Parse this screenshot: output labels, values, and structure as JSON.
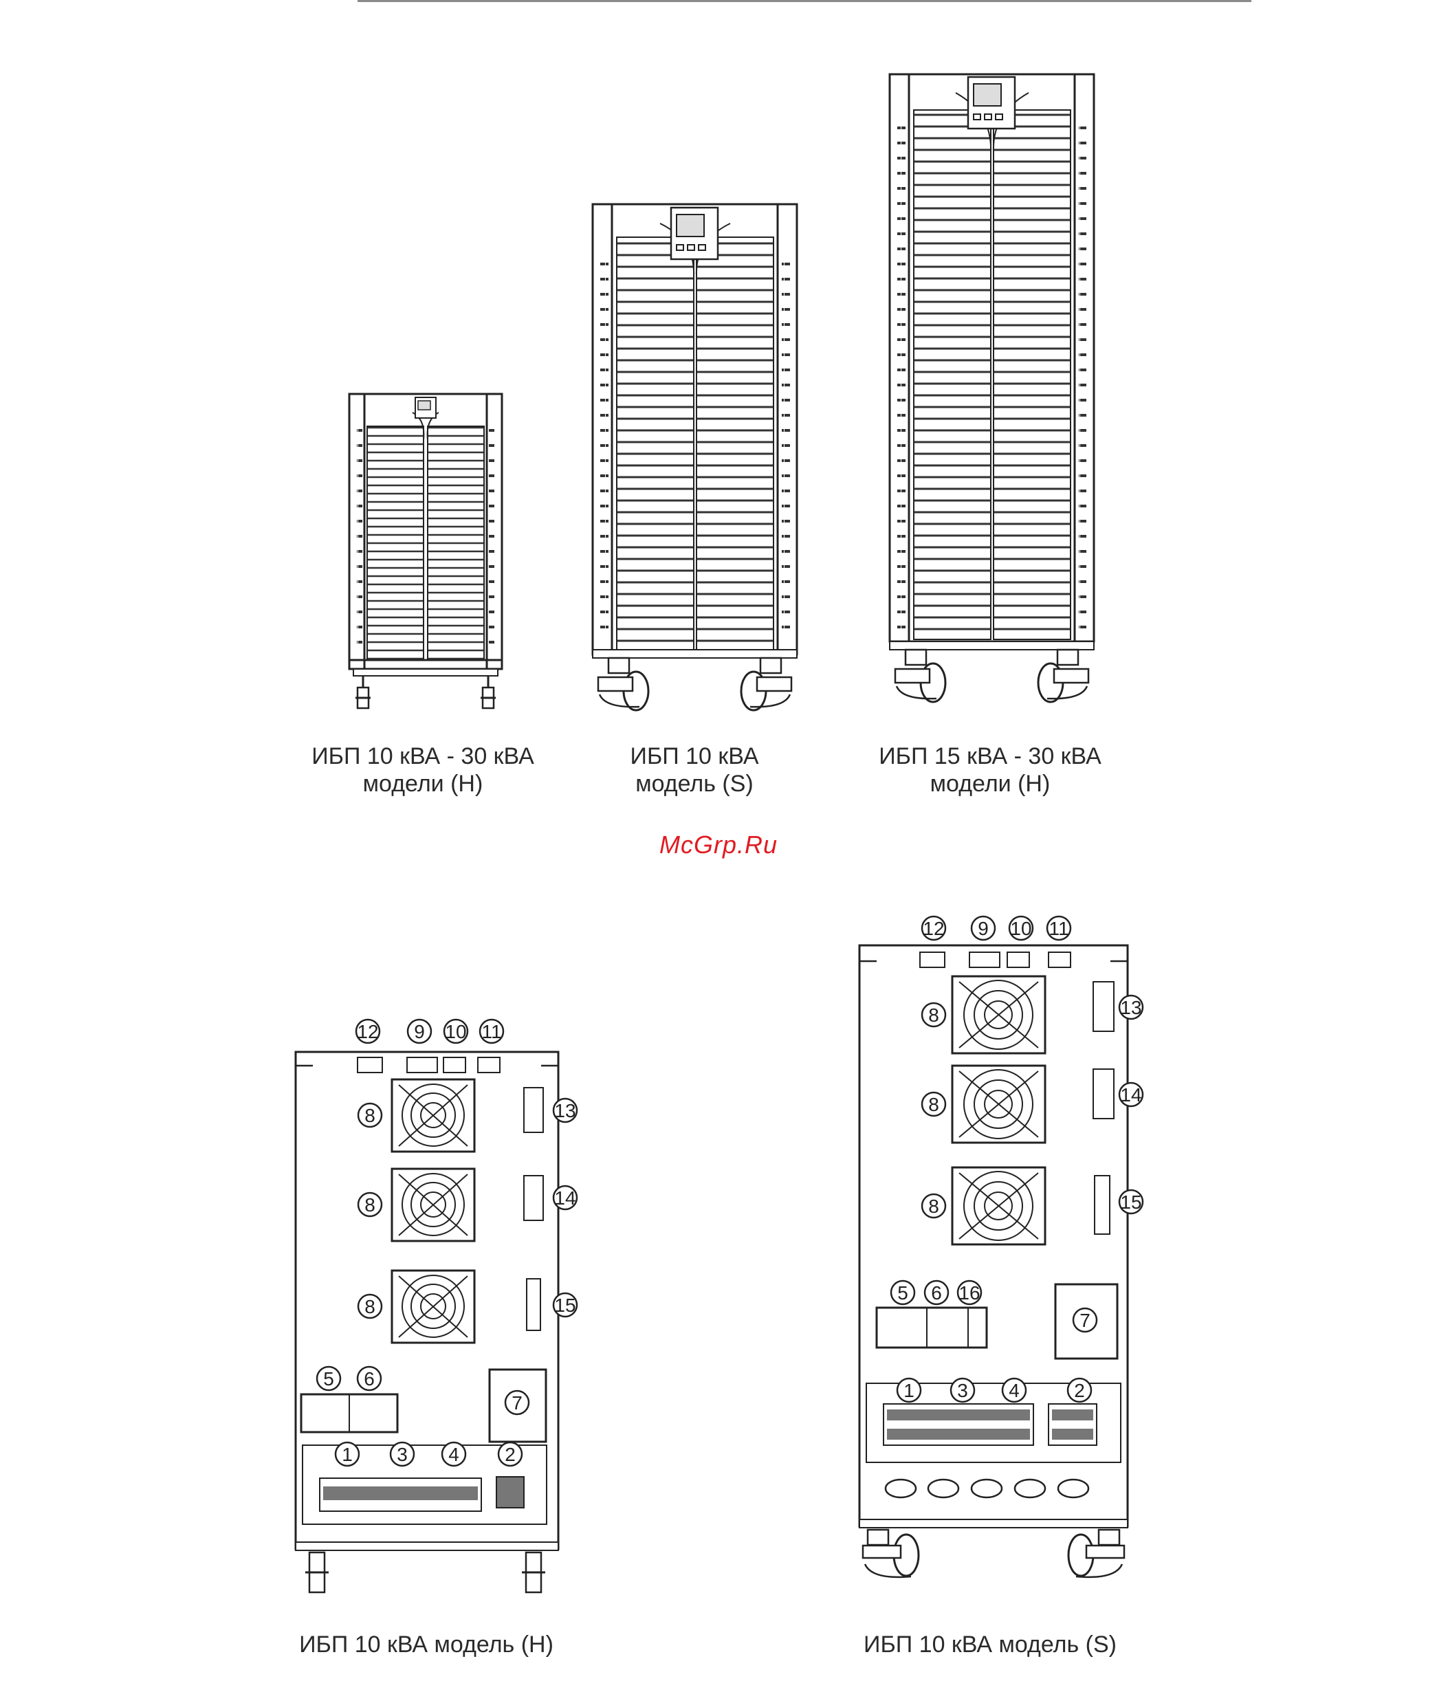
{
  "captions": {
    "front": [
      {
        "line1": "ИБП 10 кВА - 30 кВА",
        "line2": "модели (H)"
      },
      {
        "line1": "ИБП 10 кВА",
        "line2": "модель  (S)"
      },
      {
        "line1": "ИБП 15 кВА - 30 кВА",
        "line2": "модели (H)"
      }
    ],
    "rear": [
      {
        "line1": "ИБП 10 кВА модель (H)"
      },
      {
        "line1": "ИБП 10 кВА модель (S)"
      }
    ]
  },
  "watermark": "McGrp.Ru",
  "callouts": [
    "1",
    "2",
    "3",
    "4",
    "5",
    "6",
    "7",
    "8",
    "9",
    "10",
    "11",
    "12",
    "13",
    "14",
    "15",
    "16"
  ]
}
